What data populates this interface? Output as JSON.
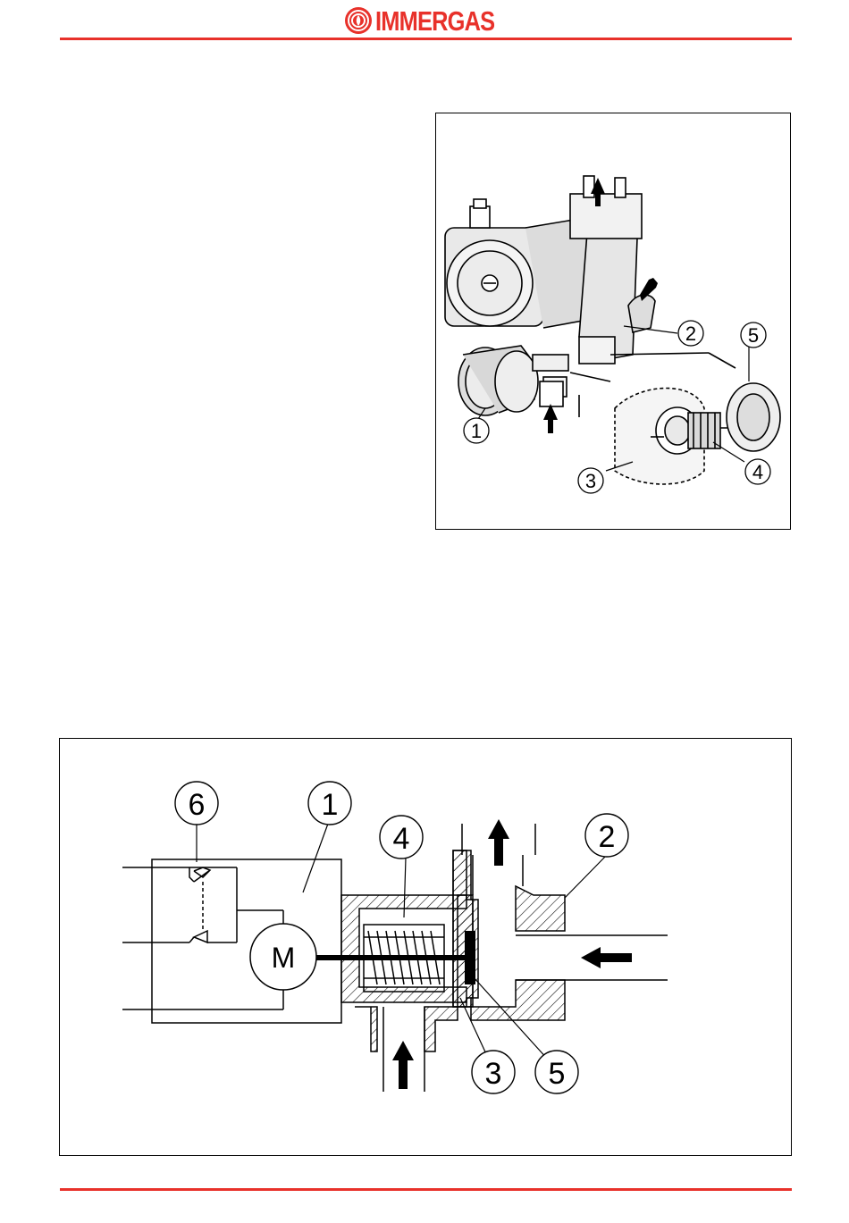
{
  "header": {
    "brand": "IMMERGAS",
    "brand_color": "#e8312a"
  },
  "photo_figure": {
    "callouts": [
      "1",
      "2",
      "3",
      "4",
      "5"
    ]
  },
  "schema_figure": {
    "callouts": [
      "6",
      "1",
      "4",
      "2",
      "3",
      "5"
    ],
    "motor_label": "M"
  }
}
